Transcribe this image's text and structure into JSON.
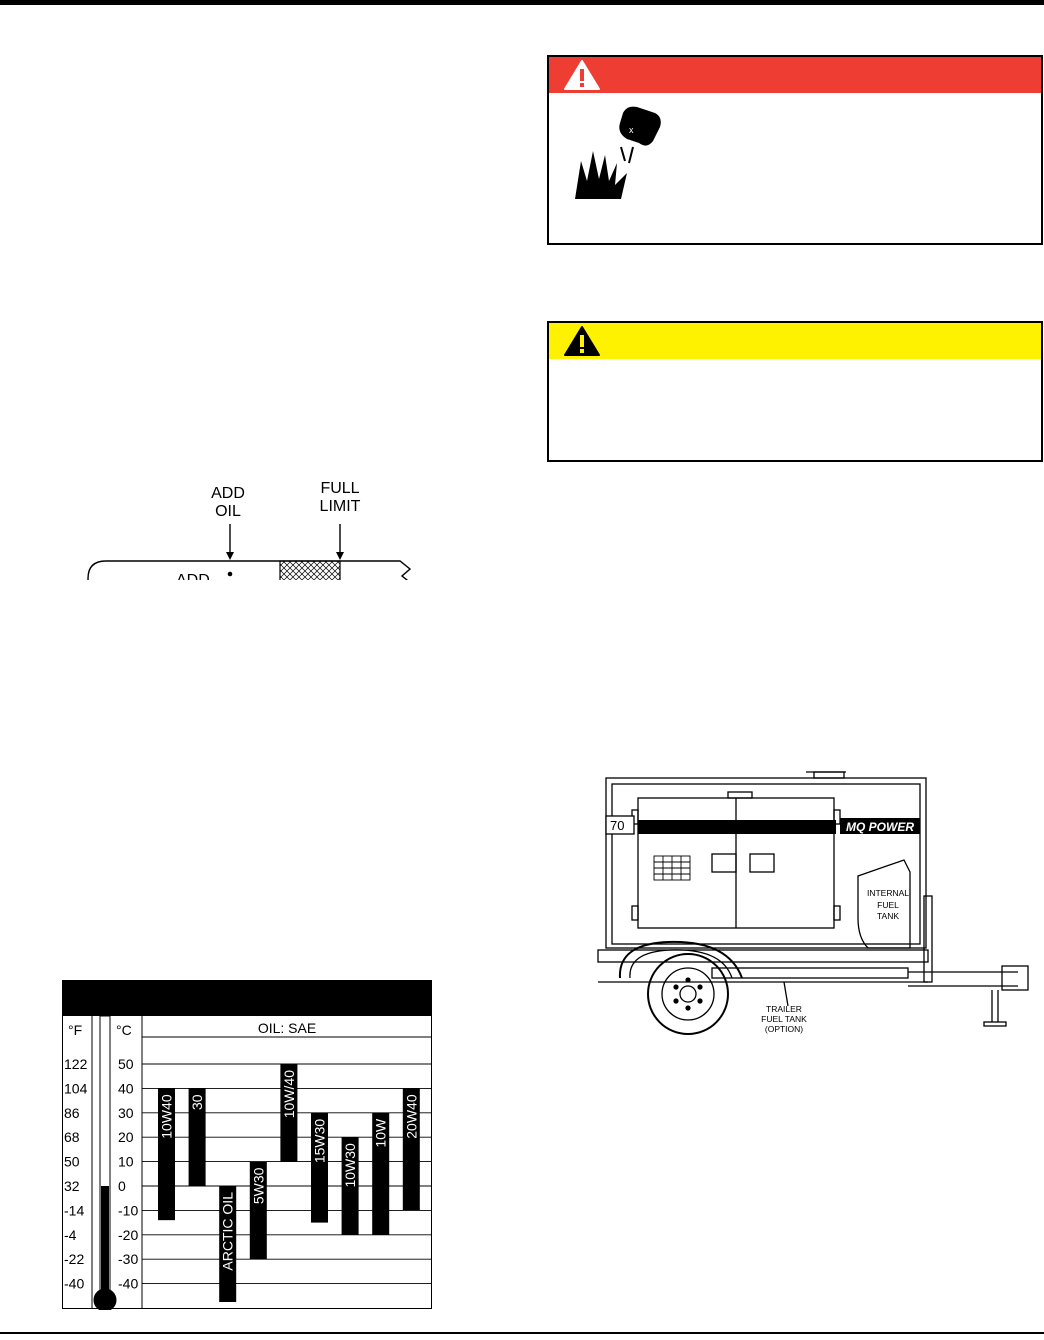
{
  "dipstick": {
    "add_oil_label_line1": "ADD",
    "add_oil_label_line2": "OIL",
    "full_limit_label_line1": "FULL",
    "full_limit_label_line2": "LIMIT",
    "stick_text": "ADD"
  },
  "danger_box": {
    "header_color": "#ee3e34"
  },
  "caution_box": {
    "header_color": "#fff200"
  },
  "generator_figure": {
    "model_badge": "70",
    "brand_logo": "MQ POWER",
    "internal_tank_line1": "INTERNAL",
    "internal_tank_line2": "FUEL",
    "internal_tank_line3": "TANK",
    "trailer_tank_line1": "TRAILER",
    "trailer_tank_line2": "FUEL TANK",
    "trailer_tank_line3": "(OPTION)"
  },
  "chart_data": {
    "type": "bar",
    "title": "",
    "header": "OIL: SAE",
    "f_unit": "°F",
    "c_unit": "°C",
    "f_ticks": [
      "122",
      "104",
      "86",
      "68",
      "50",
      "32",
      "-14",
      "-4",
      "-22",
      "-40"
    ],
    "c_ticks": [
      "50",
      "40",
      "30",
      "20",
      "10",
      "0",
      "-10",
      "-20",
      "-30",
      "-40"
    ],
    "ylim": [
      -40,
      50
    ],
    "series": [
      {
        "name": "10W40",
        "low": -14,
        "high": 40
      },
      {
        "name": "30",
        "low": 0,
        "high": 40
      },
      {
        "name": "ARCTIC OIL",
        "low": -50,
        "high": 0
      },
      {
        "name": "5W30",
        "low": -30,
        "high": 10
      },
      {
        "name": "10W/40",
        "low": 10,
        "high": 50
      },
      {
        "name": "15W30",
        "low": -15,
        "high": 30
      },
      {
        "name": "10W30",
        "low": -20,
        "high": 20
      },
      {
        "name": "10W",
        "low": -20,
        "high": 30
      },
      {
        "name": "20W40",
        "low": -10,
        "high": 40
      }
    ]
  }
}
